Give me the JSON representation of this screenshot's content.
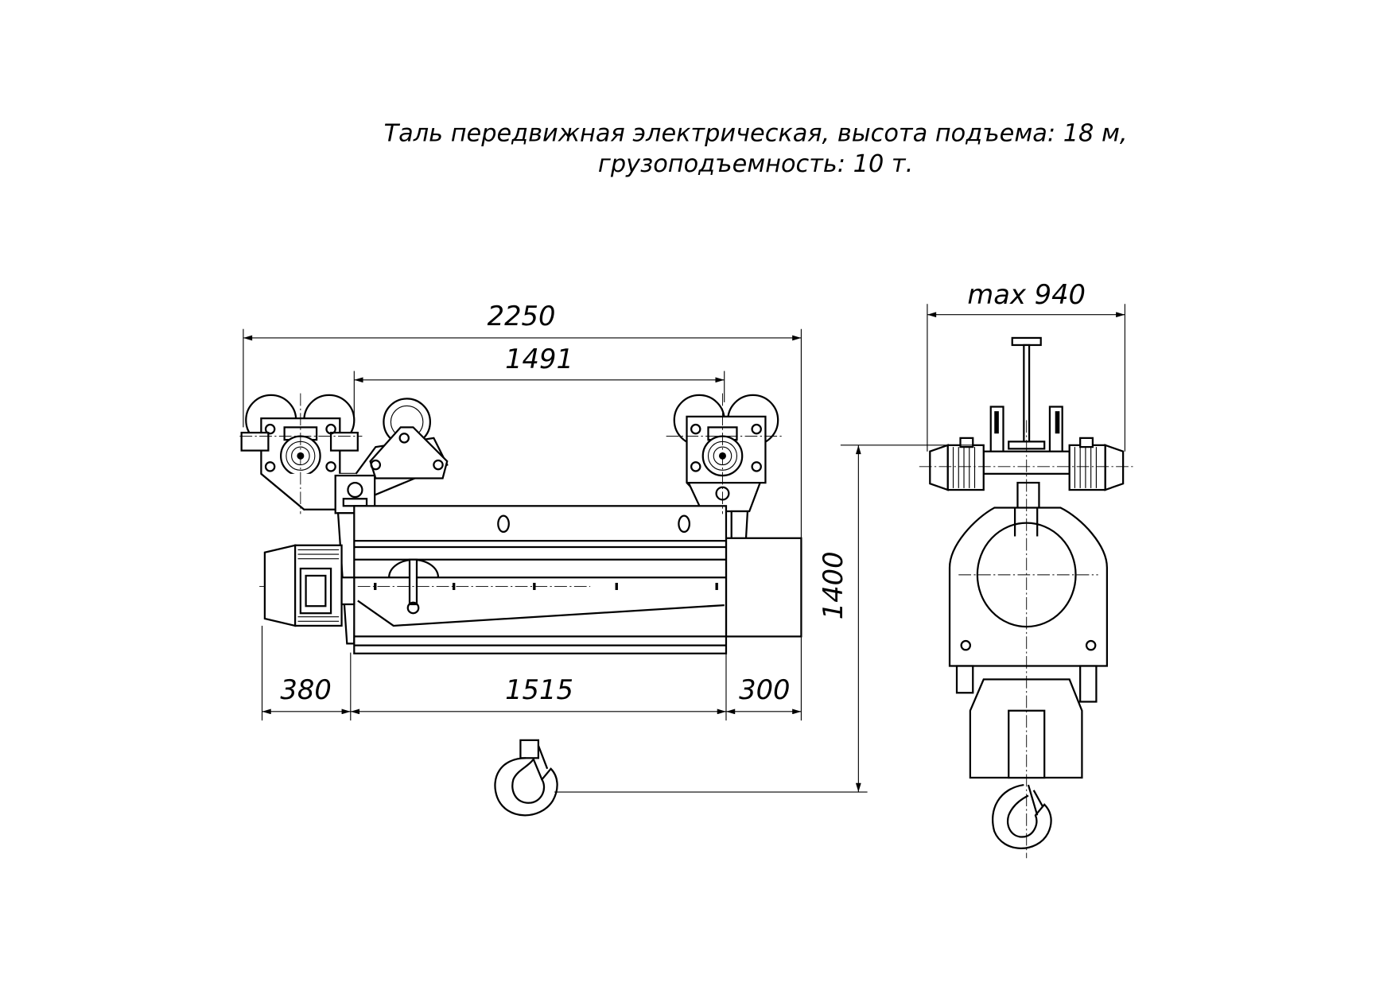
{
  "title": {
    "line1": "Таль передвижная электрическая, высота подъема: 18 м,",
    "line2": "грузоподъемность: 10 т."
  },
  "dimensions": {
    "overall_length": "2250",
    "wheel_base": "1491",
    "motor_length": "380",
    "drum_length": "1515",
    "gearbox_length": "300",
    "height": "1400",
    "width": "max 940"
  }
}
